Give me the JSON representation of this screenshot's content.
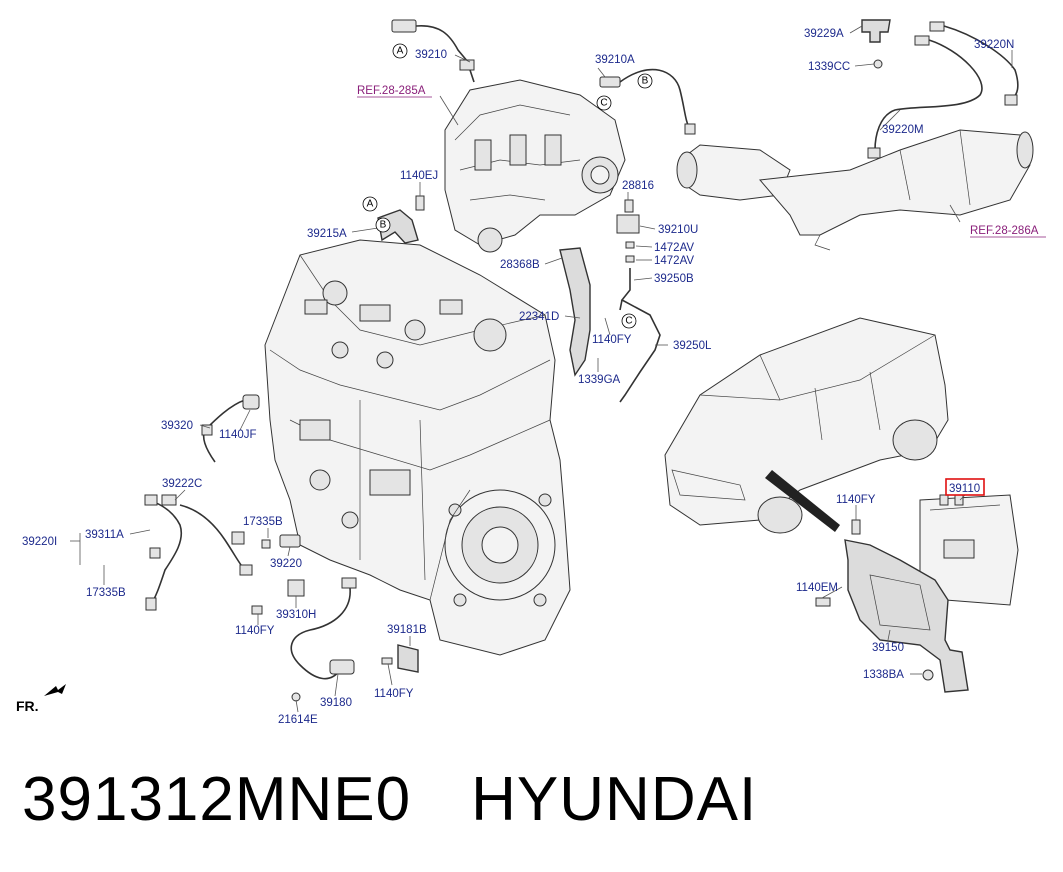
{
  "caption": {
    "part_number": "391312MNE0",
    "brand": "HYUNDAI"
  },
  "orientation_label": "FR.",
  "callouts": {
    "A": "A",
    "B": "B",
    "C": "C"
  },
  "labels": {
    "p39210": "39210",
    "p39210A": "39210A",
    "ref285A": "REF.28-285A",
    "p39229A": "39229A",
    "p39220N": "39220N",
    "p1339CC": "1339CC",
    "p39220M": "39220M",
    "ref286A": "REF.28-286A",
    "p1140EJ": "1140EJ",
    "p39215A": "39215A",
    "p28816": "28816",
    "p39210U": "39210U",
    "p1472AV_1": "1472AV",
    "p1472AV_2": "1472AV",
    "p28368B": "28368B",
    "p39250B": "39250B",
    "p22341D": "22341D",
    "p1140FY_1": "1140FY",
    "p39250L": "39250L",
    "p1339GA": "1339GA",
    "p39320": "39320",
    "p1140JF": "1140JF",
    "p39222C": "39222C",
    "p39311A": "39311A",
    "p39220I": "39220I",
    "p17335B_1": "17335B",
    "p17335B_2": "17335B",
    "p39220": "39220",
    "p39310H": "39310H",
    "p1140FY_2": "1140FY",
    "p39181B": "39181B",
    "p1140FY_3": "1140FY",
    "p39180": "39180",
    "p21614E": "21614E",
    "p39110": "39110",
    "p1140FY_4": "1140FY",
    "p1140EM": "1140EM",
    "p39150": "39150",
    "p1338BA": "1338BA"
  },
  "colors": {
    "label": "#1d2a8c",
    "ref_label": "#8a1f7a",
    "highlight_box": "#e01010"
  }
}
